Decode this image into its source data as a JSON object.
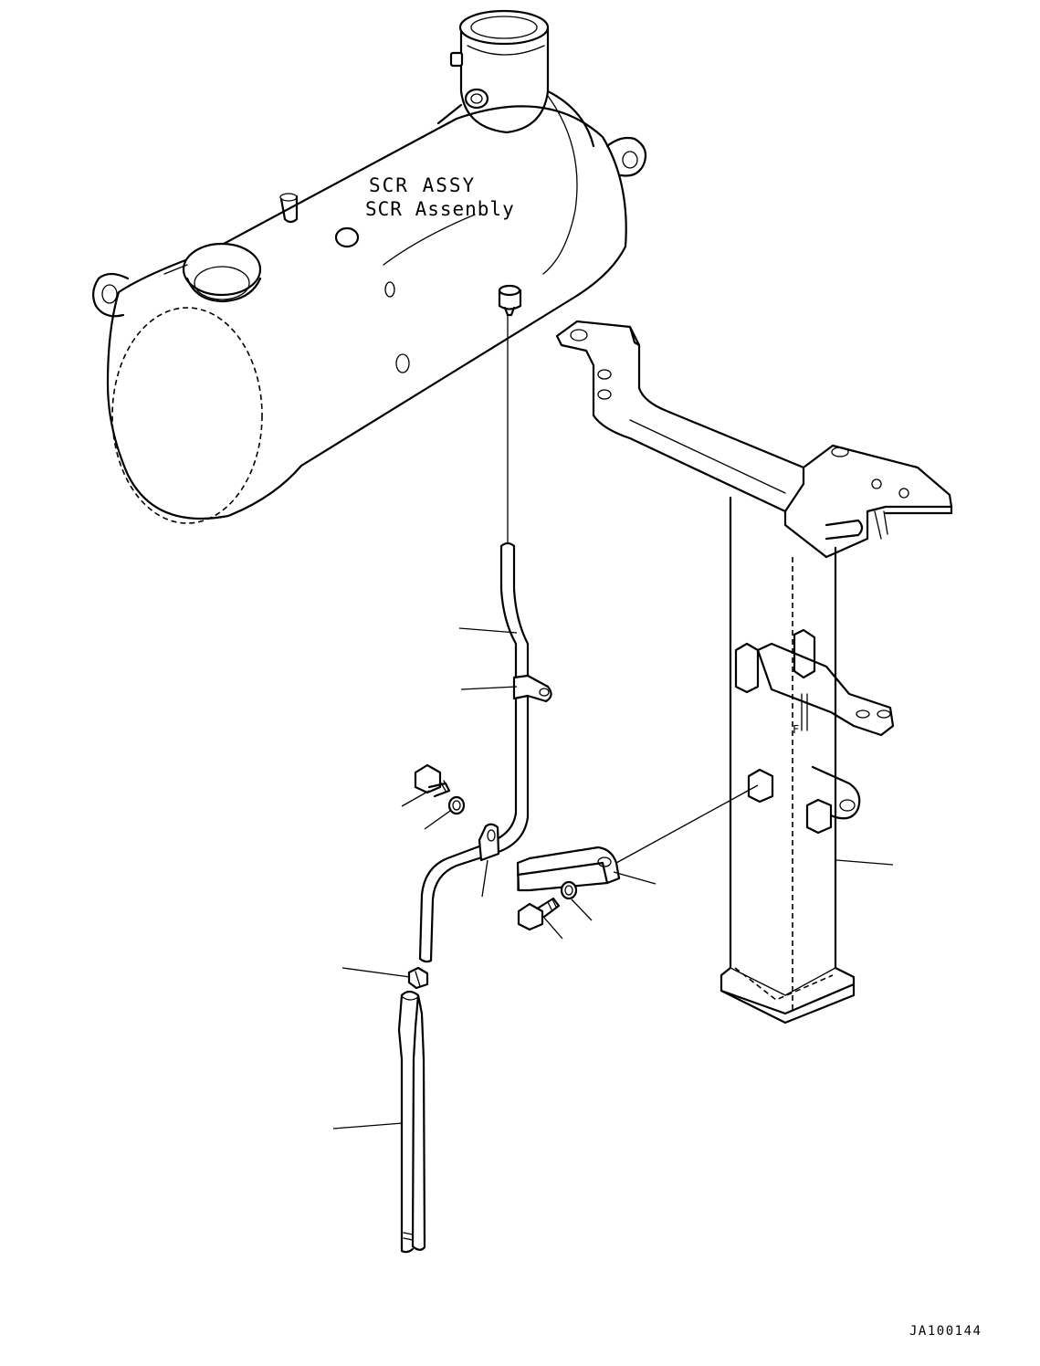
{
  "labels": {
    "scr_line1": "SCR ASSY",
    "scr_line2": "SCR Assenbly",
    "drawing_number": "JA100144"
  }
}
